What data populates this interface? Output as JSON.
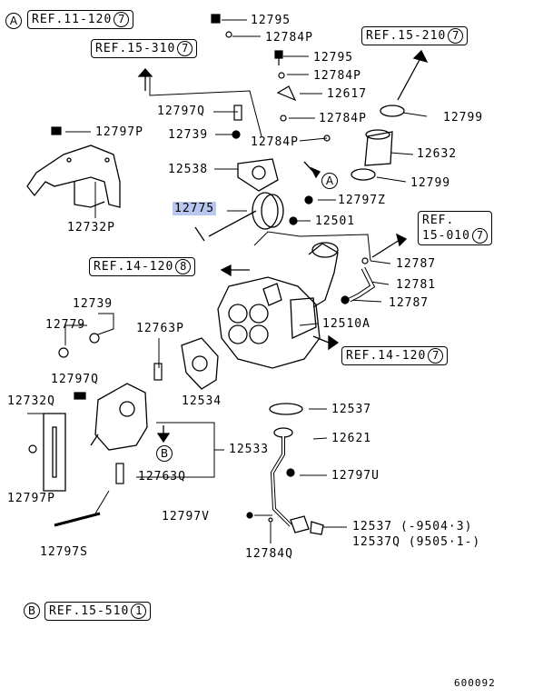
{
  "diagram_code": "600092",
  "tags": {
    "a": "A",
    "b": "B"
  },
  "refs": {
    "r1": {
      "text": "REF.11-120",
      "num": "7"
    },
    "r2": {
      "text": "REF.15-310",
      "num": "7"
    },
    "r3": {
      "text": "REF.15-210",
      "num": "7"
    },
    "r4": {
      "text": "REF.14-120",
      "num": "8"
    },
    "r5": {
      "text": "REF.14-120",
      "num": "7"
    },
    "r6": {
      "text": "REF.",
      "text2": "15-010",
      "num": "7"
    },
    "r7": {
      "text": "REF.15-510",
      "num": "1"
    }
  },
  "labels": {
    "p12795a": "12795",
    "p12784Pa": "12784P",
    "p12795b": "12795",
    "p12784Pb": "12784P",
    "p12617": "12617",
    "p12797Q": "12797Q",
    "p12784Pc": "12784P",
    "p12797P": "12797P",
    "p12739a": "12739",
    "p12784Pd": "12784P",
    "p12538": "12538",
    "p12732P": "12732P",
    "p12775": "12775",
    "p12797Z": "12797Z",
    "p12501": "12501",
    "p12799a": "12799",
    "p12632": "12632",
    "p12799b": "12799",
    "p12787a": "12787",
    "p12781": "12781",
    "p12787b": "12787",
    "p12510A": "12510A",
    "p12739b": "12739",
    "p12779": "12779",
    "p12763P": "12763P",
    "p12797Qb": "12797Q",
    "p12732Q": "12732Q",
    "p12534": "12534",
    "p12537a": "12537",
    "p12621": "12621",
    "p12533": "12533",
    "p12797U": "12797U",
    "p12763Q": "12763Q",
    "p12797Pb": "12797P",
    "p12797V": "12797V",
    "p12537b": "12537 (-9504·3)",
    "p12537Q": "12537Q (9505·1-)",
    "p12797S": "12797S",
    "p12784Q": "12784Q"
  }
}
